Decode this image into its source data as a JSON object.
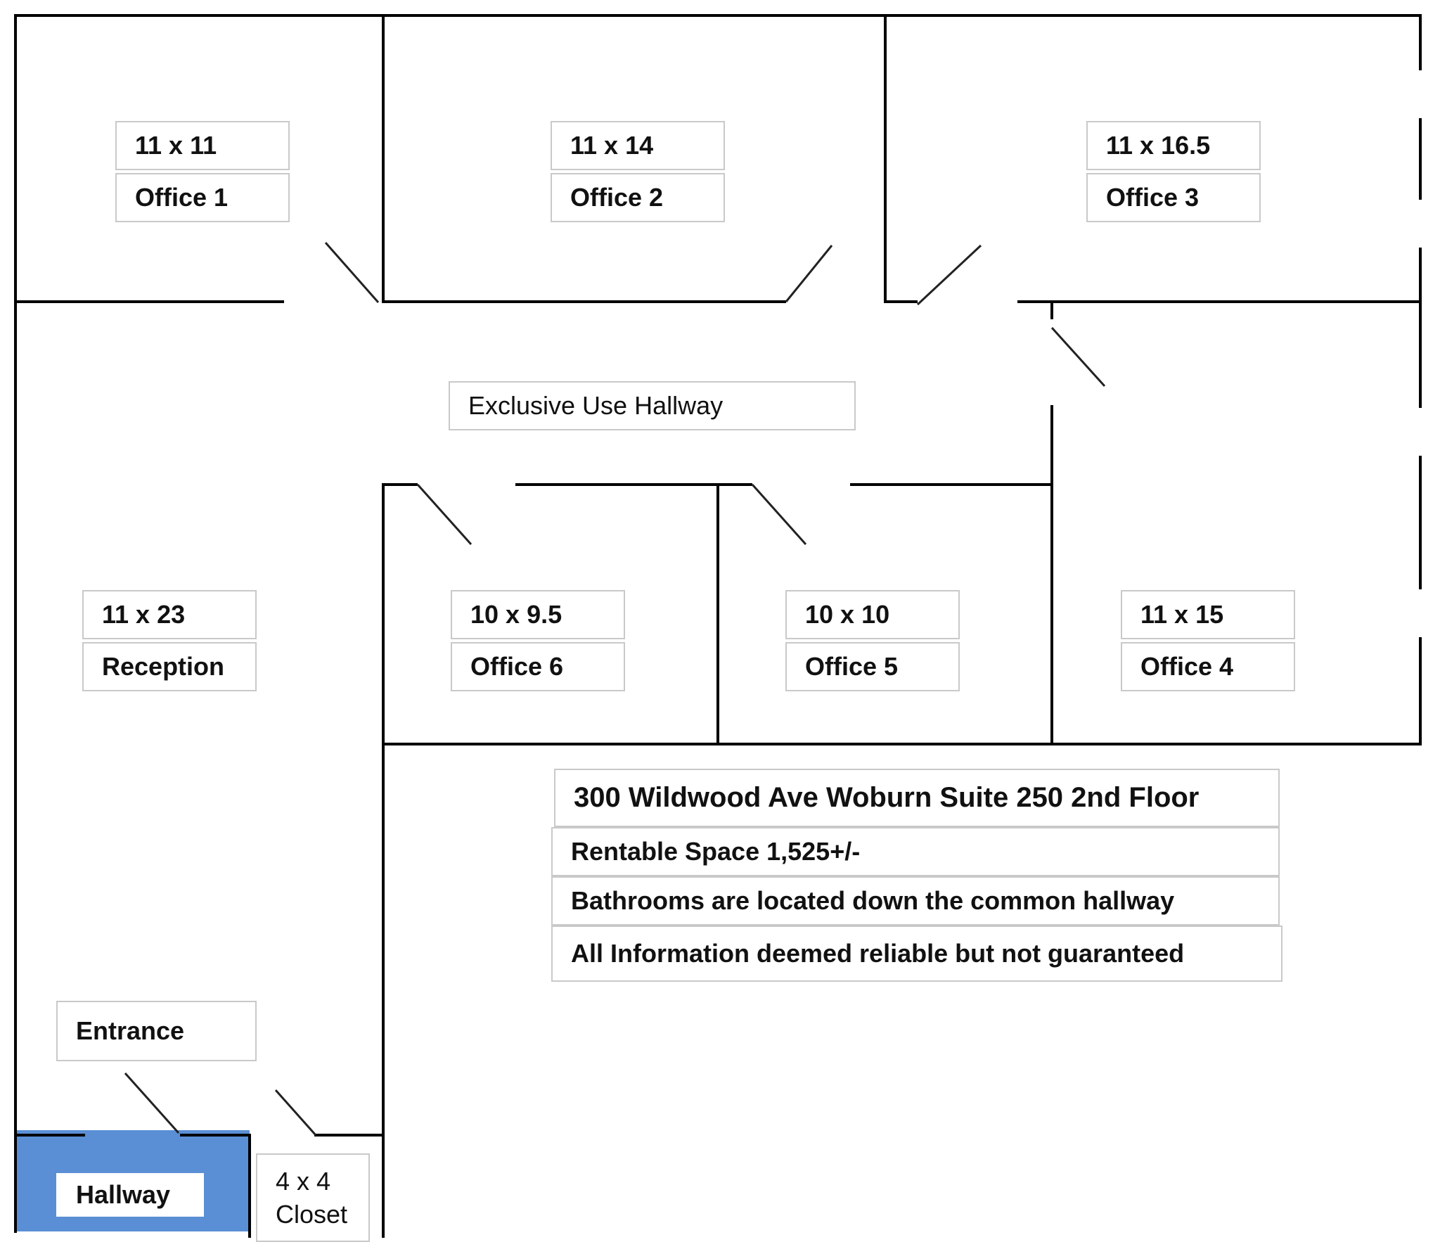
{
  "rooms": {
    "office1": {
      "size": "11 x 11",
      "name": "Office 1"
    },
    "office2": {
      "size": "11 x 14",
      "name": "Office 2"
    },
    "office3": {
      "size": "11 x 16.5",
      "name": "Office 3"
    },
    "reception": {
      "size": "11 x 23",
      "name": "Reception"
    },
    "office6": {
      "size": "10 x 9.5",
      "name": "Office 6"
    },
    "office5": {
      "size": "10 x 10",
      "name": "Office 5"
    },
    "office4": {
      "size": "11 x 15",
      "name": "Office 4"
    }
  },
  "hallway_label": "Exclusive Use Hallway",
  "entrance_label": "Entrance",
  "common_hallway_label": "Hallway",
  "closet": {
    "size": "4 x 4",
    "name": "Closet"
  },
  "info": {
    "address": "300 Wildwood Ave Woburn Suite  250 2nd  Floor",
    "rentable": "Rentable Space 1,525+/-",
    "bathrooms": "Bathrooms are located down the common hallway",
    "disclaimer": "All Information deemed reliable but not guaranteed"
  },
  "colors": {
    "walls": "#000000",
    "hallway_fill": "#5a8fd5",
    "label_border": "#c9c9c9"
  }
}
